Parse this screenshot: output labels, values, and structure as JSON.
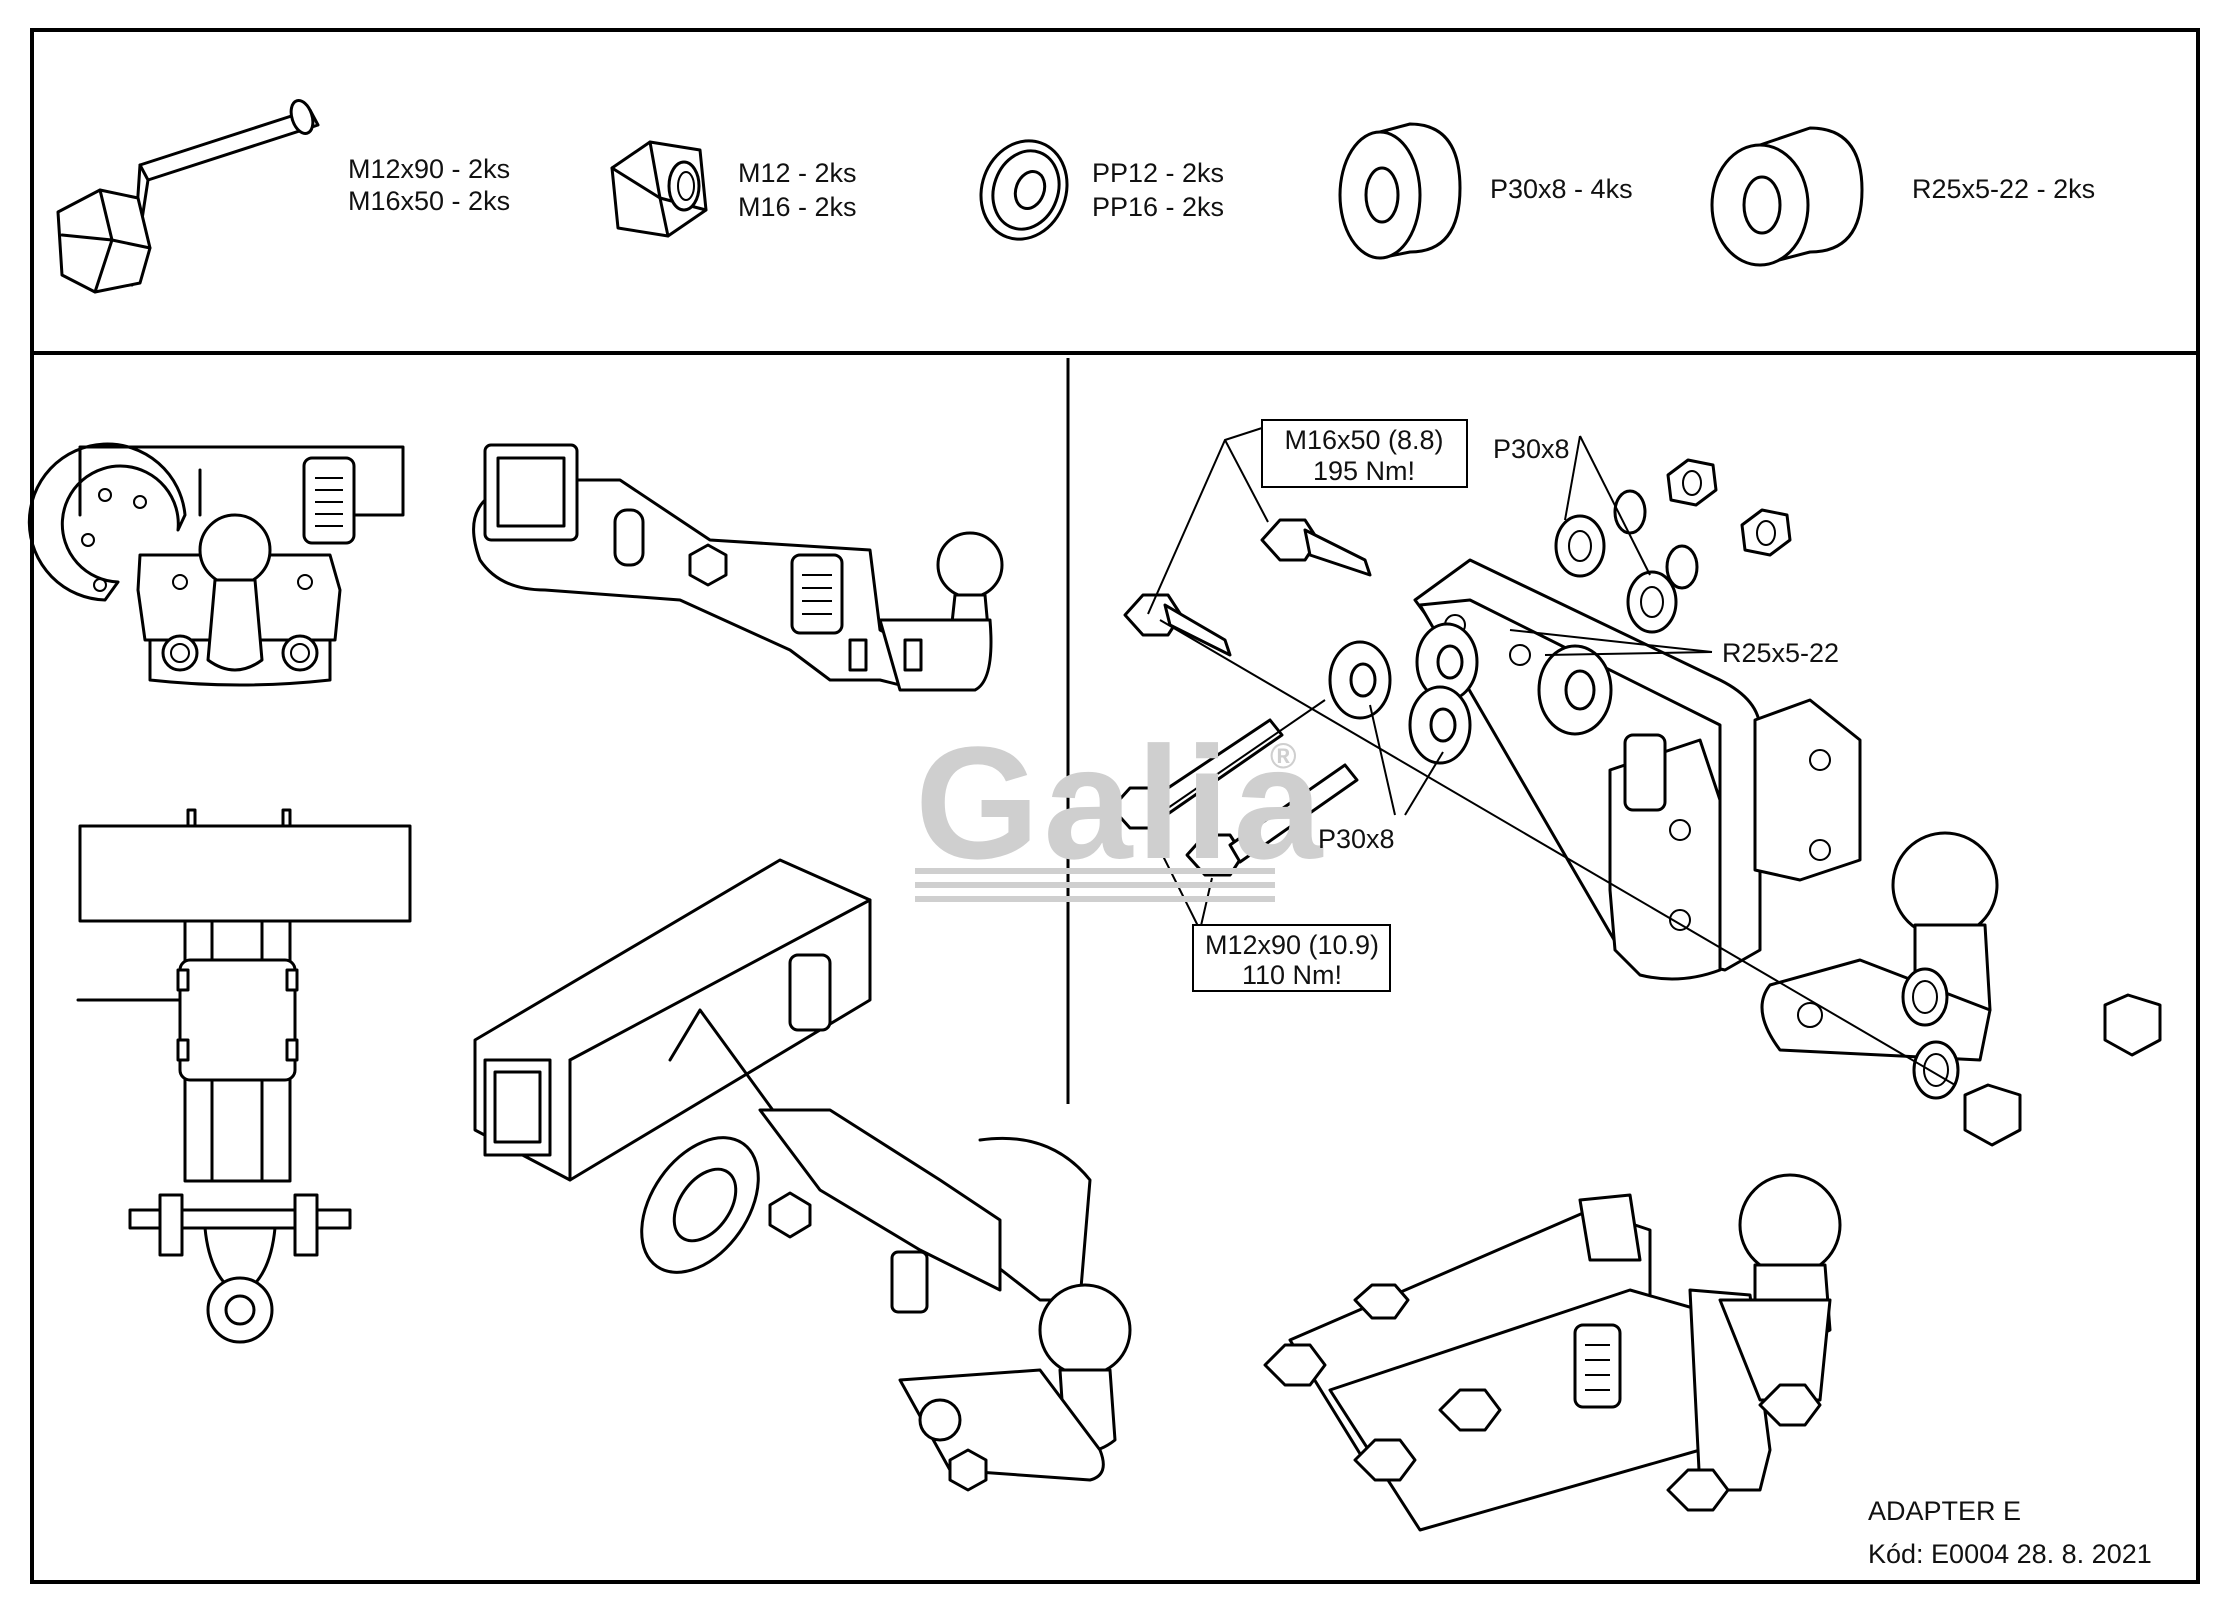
{
  "parts_list": [
    {
      "id": "bolt",
      "lines": [
        "M12x90 - 2ks",
        "M16x50 - 2ks"
      ]
    },
    {
      "id": "nut",
      "lines": [
        "M12 - 2ks",
        "M16 - 2ks"
      ]
    },
    {
      "id": "washer",
      "lines": [
        "PP12 - 2ks",
        "PP16 - 2ks"
      ]
    },
    {
      "id": "spacer",
      "lines": [
        "P30x8 - 4ks"
      ]
    },
    {
      "id": "sleeve",
      "lines": [
        "R25x5-22 - 2ks"
      ]
    }
  ],
  "callouts": {
    "m16": {
      "line1": "M16x50 (8.8)",
      "line2": "195 Nm!"
    },
    "m12": {
      "line1": "M12x90 (10.9)",
      "line2": "110 Nm!"
    },
    "p30_top": "P30x8",
    "p30_bottom": "P30x8",
    "r25": "R25x5-22"
  },
  "watermark": "Galia",
  "watermark_mark": "®",
  "footer": {
    "title": "ADAPTER E",
    "code": "Kód: E0004  28. 8. 2021"
  }
}
